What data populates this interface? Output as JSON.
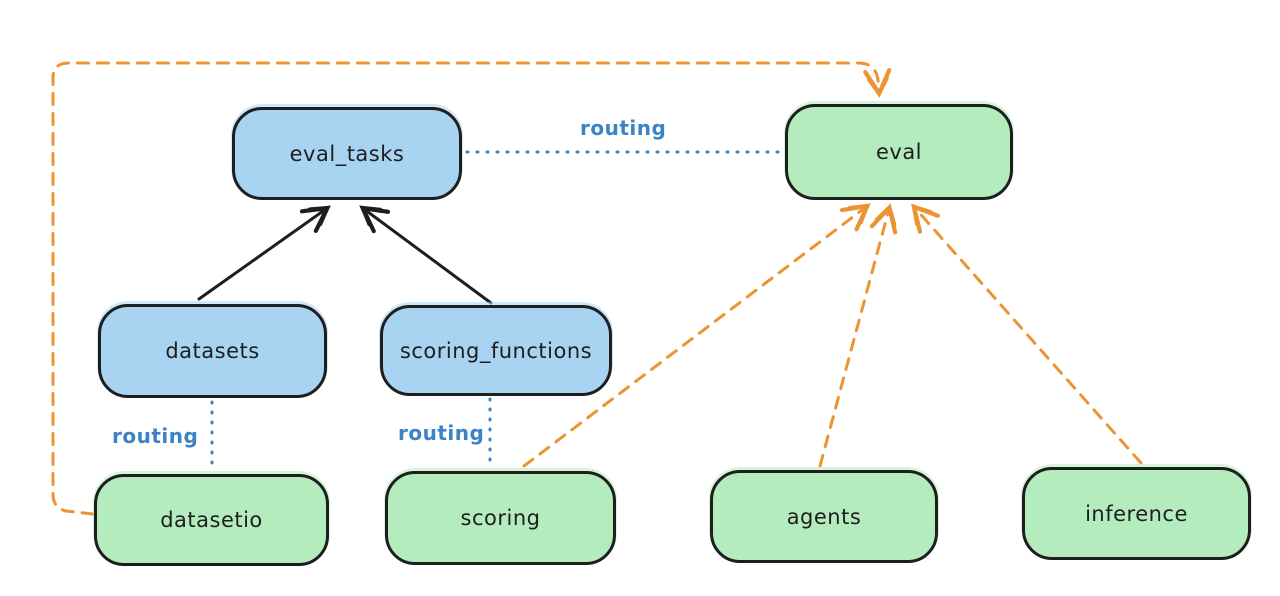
{
  "diagram": {
    "nodes": {
      "eval_tasks": {
        "label": "eval_tasks",
        "color": "blue"
      },
      "eval": {
        "label": "eval",
        "color": "green"
      },
      "datasets": {
        "label": "datasets",
        "color": "blue"
      },
      "scoring_functions": {
        "label": "scoring_functions",
        "color": "blue"
      },
      "datasetio": {
        "label": "datasetio",
        "color": "green"
      },
      "scoring": {
        "label": "scoring",
        "color": "green"
      },
      "agents": {
        "label": "agents",
        "color": "green"
      },
      "inference": {
        "label": "inference",
        "color": "green"
      }
    },
    "edge_labels": {
      "eval_tasks_to_eval": "routing",
      "datasets_to_datasetio": "routing",
      "scoring_functions_to_scoring": "routing"
    },
    "edges": [
      {
        "from": "datasets",
        "to": "eval_tasks",
        "style": "solid-arrow",
        "color": "black"
      },
      {
        "from": "scoring_functions",
        "to": "eval_tasks",
        "style": "solid-arrow",
        "color": "black"
      },
      {
        "from": "eval_tasks",
        "to": "eval",
        "style": "dotted-line",
        "color": "blue",
        "label": "routing"
      },
      {
        "from": "datasets",
        "to": "datasetio",
        "style": "dotted-line",
        "color": "blue",
        "label": "routing"
      },
      {
        "from": "scoring_functions",
        "to": "scoring",
        "style": "dotted-line",
        "color": "blue",
        "label": "routing"
      },
      {
        "from": "datasetio",
        "to": "eval",
        "style": "dashed-arrow",
        "color": "orange"
      },
      {
        "from": "scoring",
        "to": "eval",
        "style": "dashed-arrow",
        "color": "orange"
      },
      {
        "from": "agents",
        "to": "eval",
        "style": "dashed-arrow",
        "color": "orange"
      },
      {
        "from": "inference",
        "to": "eval",
        "style": "dashed-arrow",
        "color": "orange"
      }
    ],
    "colors": {
      "blue_fill": "#a8d4f2",
      "green_fill": "#b5ecbe",
      "stroke": "#1e1e1e",
      "orange": "#ec9434",
      "blue_line": "#3b82c6"
    }
  }
}
